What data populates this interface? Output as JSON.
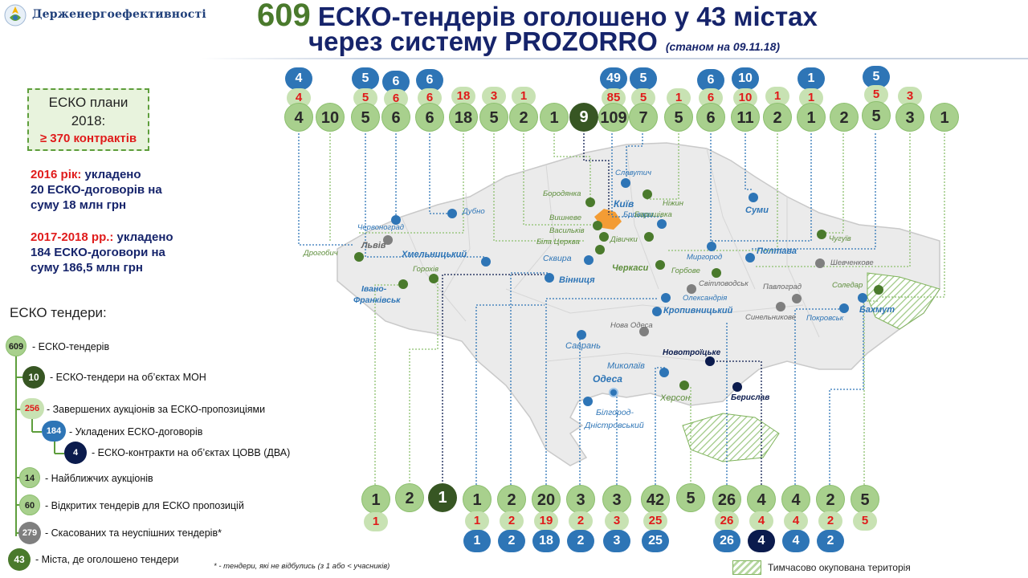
{
  "header": {
    "brand": "Держенергоефективності",
    "title_number": "609",
    "title_line1": " ЕСКО-тендерів оголошено у 43 містах",
    "title_line2": "через систему PROZORRO",
    "as_of": "(станом на 09.11.18)"
  },
  "plans": {
    "line1": "ЕСКО плани",
    "line2": "2018:",
    "line3": "≥ 370 контрактів"
  },
  "stats": {
    "s2016_year": "2016 рік:",
    "s2016_rest": " укладено",
    "s2016_line2": "20 ЕСКО-договорів на",
    "s2016_line3": "суму 18 млн грн",
    "s2017_year": "2017-2018 рр.:",
    "s2017_rest": " укладено",
    "s2017_line2": "184 ЕСКО-договори на",
    "s2017_line3": "суму 186,5 млн грн"
  },
  "legend": {
    "title": "ЕСКО тендери:",
    "items": [
      {
        "value": "609",
        "label": "- ЕСКО-тендерів"
      },
      {
        "value": "10",
        "label": "- ЕСКО-тендери на об’єктах МОН"
      },
      {
        "value": "256",
        "label": "- Завершених аукціонів за ЕСКО-пропозиціями"
      },
      {
        "value": "184",
        "label": "- Укладених ЕСКО-договорів"
      },
      {
        "value": "4",
        "label": "- ЕСКО-контракти на об’єктах ЦОВВ (ДВА)"
      },
      {
        "value": "14",
        "label": "- Найближчих аукціонів"
      },
      {
        "value": "60",
        "label": "- Відкритих тендерів для ЕСКО пропозицій"
      },
      {
        "value": "279",
        "label": "- Скасованих та неуспішних тендерів*"
      },
      {
        "value": "43",
        "label": "- Міста, де оголошено тендери"
      }
    ]
  },
  "top_columns": [
    {
      "total": "4",
      "red": "4",
      "blue": "4"
    },
    {
      "total": "10",
      "red": "",
      "blue": ""
    },
    {
      "total": "5",
      "red": "5",
      "blue": "5"
    },
    {
      "total": "6",
      "red": "6",
      "blue": "6"
    },
    {
      "total": "6",
      "red": "6",
      "blue": "6"
    },
    {
      "total": "18",
      "red": "18",
      "blue": ""
    },
    {
      "total": "5",
      "red": "3",
      "blue": ""
    },
    {
      "total": "2",
      "red": "1",
      "blue": ""
    },
    {
      "total": "1",
      "red": "",
      "blue": ""
    },
    {
      "total": "9",
      "red": "",
      "blue": "",
      "dark": true
    },
    {
      "total": "109",
      "red": "85",
      "blue": "49"
    },
    {
      "total": "7",
      "red": "5",
      "blue": "5"
    },
    {
      "total": "5",
      "red": "1",
      "blue": ""
    },
    {
      "total": "6",
      "red": "6",
      "blue": "6"
    },
    {
      "total": "11",
      "red": "10",
      "blue": "10"
    },
    {
      "total": "2",
      "red": "1",
      "blue": ""
    },
    {
      "total": "1",
      "red": "1",
      "blue": "1"
    },
    {
      "total": "2",
      "red": "",
      "blue": ""
    },
    {
      "total": "5",
      "red": "5",
      "blue": "5"
    },
    {
      "total": "3",
      "red": "3",
      "blue": ""
    },
    {
      "total": "1",
      "red": "",
      "blue": ""
    }
  ],
  "bottom_columns": [
    {
      "total": "1",
      "red": "1",
      "blue": ""
    },
    {
      "total": "2",
      "red": "",
      "blue": ""
    },
    {
      "total": "1",
      "red": "",
      "blue": "",
      "dark": true
    },
    {
      "total": "1",
      "red": "1",
      "blue": "1"
    },
    {
      "total": "2",
      "red": "2",
      "blue": "2"
    },
    {
      "total": "20",
      "red": "19",
      "blue": "18"
    },
    {
      "total": "3",
      "red": "2",
      "blue": "2"
    },
    {
      "total": "3",
      "red": "3",
      "blue": "3"
    },
    {
      "total": "42",
      "red": "25",
      "blue": "25"
    },
    {
      "total": "5",
      "red": "",
      "blue": ""
    },
    {
      "total": "26",
      "red": "26",
      "blue": "26"
    },
    {
      "total": "4",
      "red": "4",
      "blue": "4",
      "navy": true
    },
    {
      "total": "4",
      "red": "4",
      "blue": "4"
    },
    {
      "total": "2",
      "red": "2",
      "blue": "2"
    },
    {
      "total": "5",
      "red": "5",
      "blue": ""
    }
  ],
  "cities": [
    {
      "name": "Славутич",
      "kind": "b"
    },
    {
      "name": "Бородянка",
      "kind": "g"
    },
    {
      "name": "Київ",
      "kind": "cap"
    },
    {
      "name": "Бровари",
      "kind": "b"
    },
    {
      "name": "Вишневе",
      "kind": "g"
    },
    {
      "name": "Баришівка",
      "kind": "g"
    },
    {
      "name": "Ніжин",
      "kind": "g"
    },
    {
      "name": "Суми",
      "kind": "b"
    },
    {
      "name": "Дубно",
      "kind": "b"
    },
    {
      "name": "Червоноград",
      "kind": "b"
    },
    {
      "name": "Львів",
      "kind": "gr"
    },
    {
      "name": "Васильків",
      "kind": "g"
    },
    {
      "name": "Біла Церква",
      "kind": "g"
    },
    {
      "name": "Дівички",
      "kind": "g"
    },
    {
      "name": "Дрогобич",
      "kind": "g"
    },
    {
      "name": "Хмельницький",
      "kind": "b"
    },
    {
      "name": "Сквира",
      "kind": "b"
    },
    {
      "name": "Чугуїв",
      "kind": "g"
    },
    {
      "name": "Миргород",
      "kind": "b"
    },
    {
      "name": "Полтава",
      "kind": "b"
    },
    {
      "name": "Шевченкове",
      "kind": "gr"
    },
    {
      "name": "Івано-",
      "kind": "b"
    },
    {
      "name": "Франківськ",
      "kind": "b"
    },
    {
      "name": "Горохів",
      "kind": "g"
    },
    {
      "name": "Вінниця",
      "kind": "b"
    },
    {
      "name": "Черкаси",
      "kind": "g"
    },
    {
      "name": "Горбове",
      "kind": "g"
    },
    {
      "name": "Світловодськ",
      "kind": "gr"
    },
    {
      "name": "Павлоград",
      "kind": "gr"
    },
    {
      "name": "Соледар",
      "kind": "g"
    },
    {
      "name": "Олександрія",
      "kind": "b"
    },
    {
      "name": "Бахмут",
      "kind": "b"
    },
    {
      "name": "Кропивницький",
      "kind": "b"
    },
    {
      "name": "Синельникове",
      "kind": "gr"
    },
    {
      "name": "Покровськ",
      "kind": "b"
    },
    {
      "name": "Нова Одеса",
      "kind": "gr"
    },
    {
      "name": "Саврань",
      "kind": "b"
    },
    {
      "name": "Новотроїцьке",
      "kind": "n"
    },
    {
      "name": "Миколаїв",
      "kind": "b"
    },
    {
      "name": "Одеса",
      "kind": "cap"
    },
    {
      "name": "Херсон",
      "kind": "g"
    },
    {
      "name": "Берислав",
      "kind": "n"
    },
    {
      "name": "Білгород-",
      "kind": "b"
    },
    {
      "name": "Дністровський",
      "kind": "b"
    }
  ],
  "footnote": "* - тендери, які не відбулись (з 1 або < учасників)",
  "occupied_label": "Тимчасово окупована територія",
  "colors": {
    "total": "#a8d08d",
    "red": "#e01b1b",
    "blue": "#2e75b6",
    "dark_green": "#375623",
    "navy": "#0b1b4d",
    "title_navy": "#16246b",
    "title_green": "#4a7a2c"
  }
}
